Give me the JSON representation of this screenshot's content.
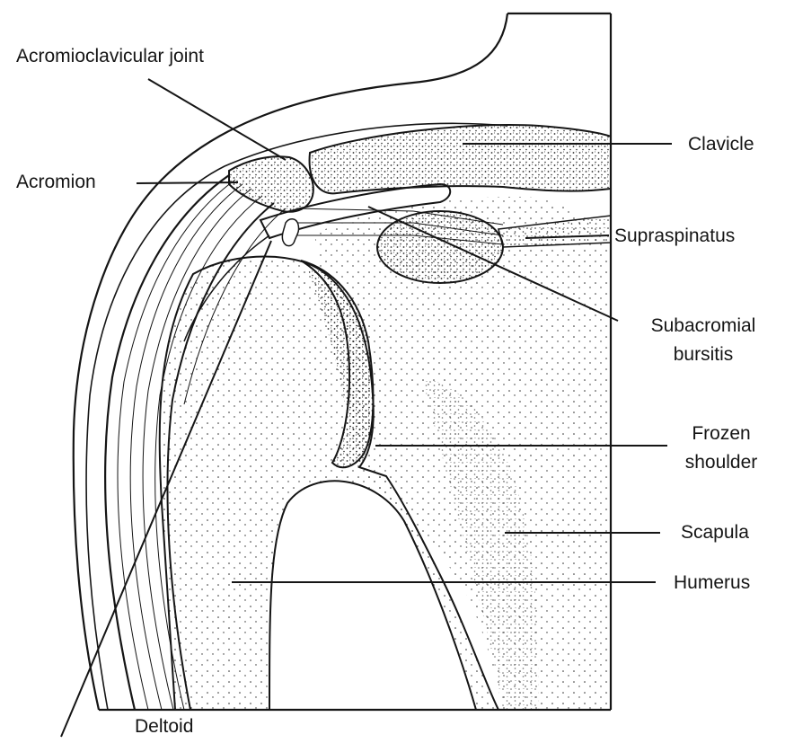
{
  "figure": {
    "labels": {
      "acromioclavicular_joint": "Acromioclavicular joint",
      "acromion": "Acromion",
      "clavicle": "Clavicle",
      "supraspinatus": "Supraspinatus",
      "subacromial_bursitis_line1": "Subacromial",
      "subacromial_bursitis_line2": "bursitis",
      "frozen_shoulder_line1": "Frozen",
      "frozen_shoulder_line2": "shoulder",
      "scapula": "Scapula",
      "humerus": "Humerus",
      "deltoid": "Deltoid"
    },
    "colors": {
      "ink": "#151515",
      "background": "#ffffff",
      "stipple": "#2a2a2a"
    }
  }
}
